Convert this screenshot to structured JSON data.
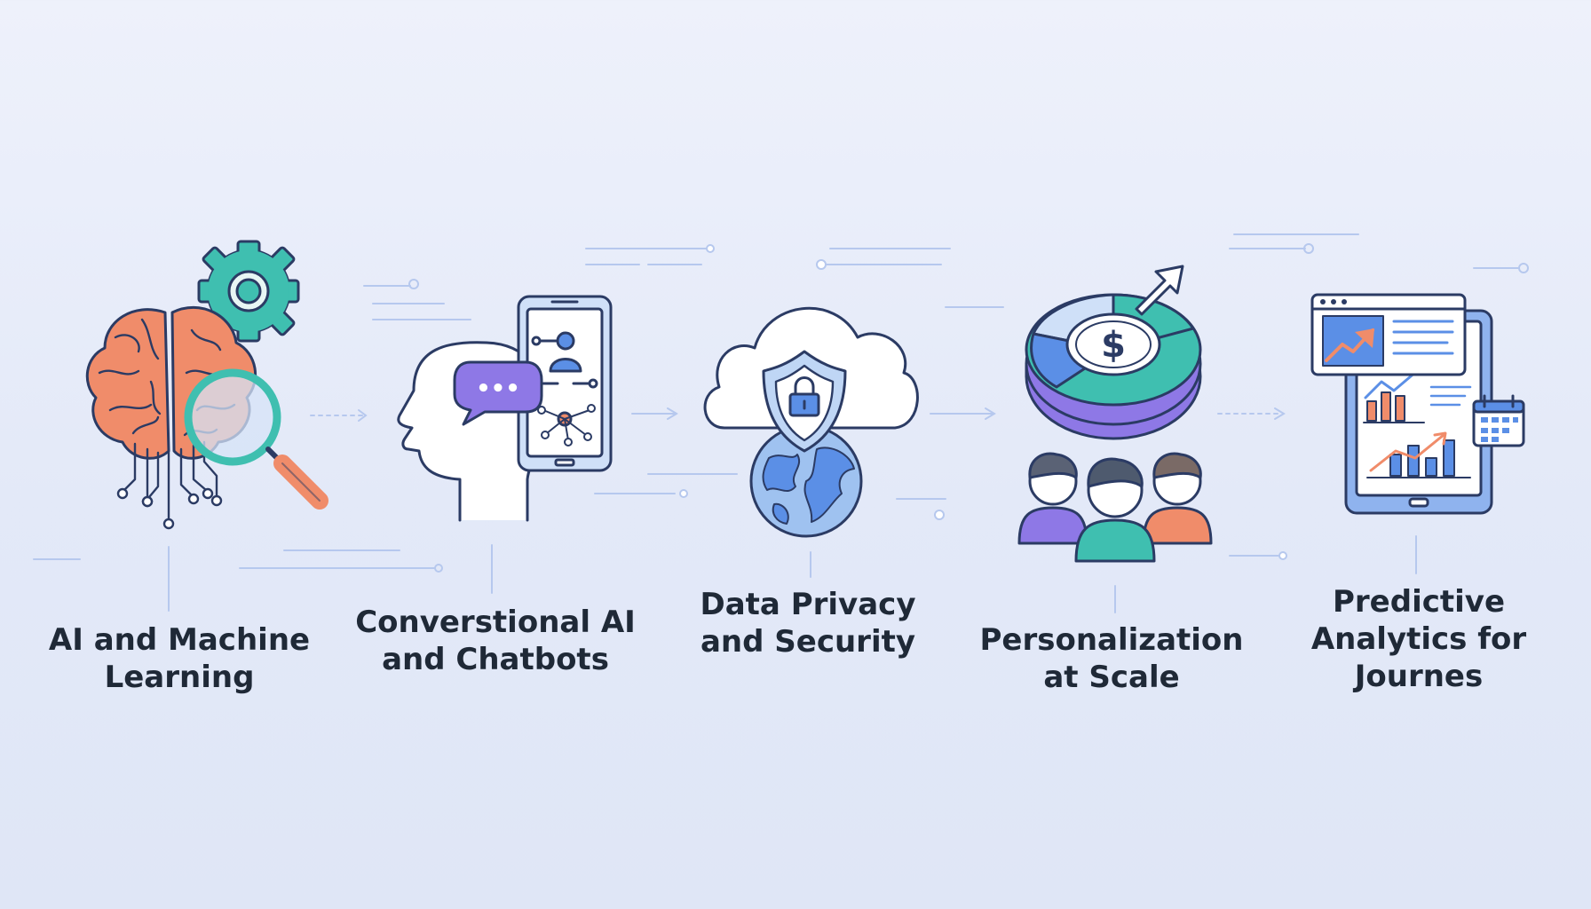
{
  "colors": {
    "outline": "#2b3b64",
    "brain": "#f08c6a",
    "teal": "#3fbfb0",
    "purple": "#8e78e6",
    "blue": "#5b8fe6",
    "light_blue": "#b8d2f6",
    "orange": "#f08c6a",
    "connector": "#a9bde6"
  },
  "steps": [
    {
      "icon": "brain-gear-magnifier-icon",
      "label_lines": [
        "AI and Machine",
        "Learning"
      ]
    },
    {
      "icon": "head-chat-phone-icon",
      "label_lines": [
        "Converstional AI",
        "and Chatbots"
      ]
    },
    {
      "icon": "cloud-shield-globe-icon",
      "label_lines": [
        "Data Privacy",
        "and Security"
      ]
    },
    {
      "icon": "coin-chart-people-icon",
      "label_lines": [
        "Personalization",
        "at Scale"
      ]
    },
    {
      "icon": "tablet-analytics-calendar-icon",
      "label_lines": [
        "Predictive",
        "Analytics for",
        "Journes"
      ]
    }
  ],
  "chat_dots": "•••",
  "currency_symbol": "$"
}
